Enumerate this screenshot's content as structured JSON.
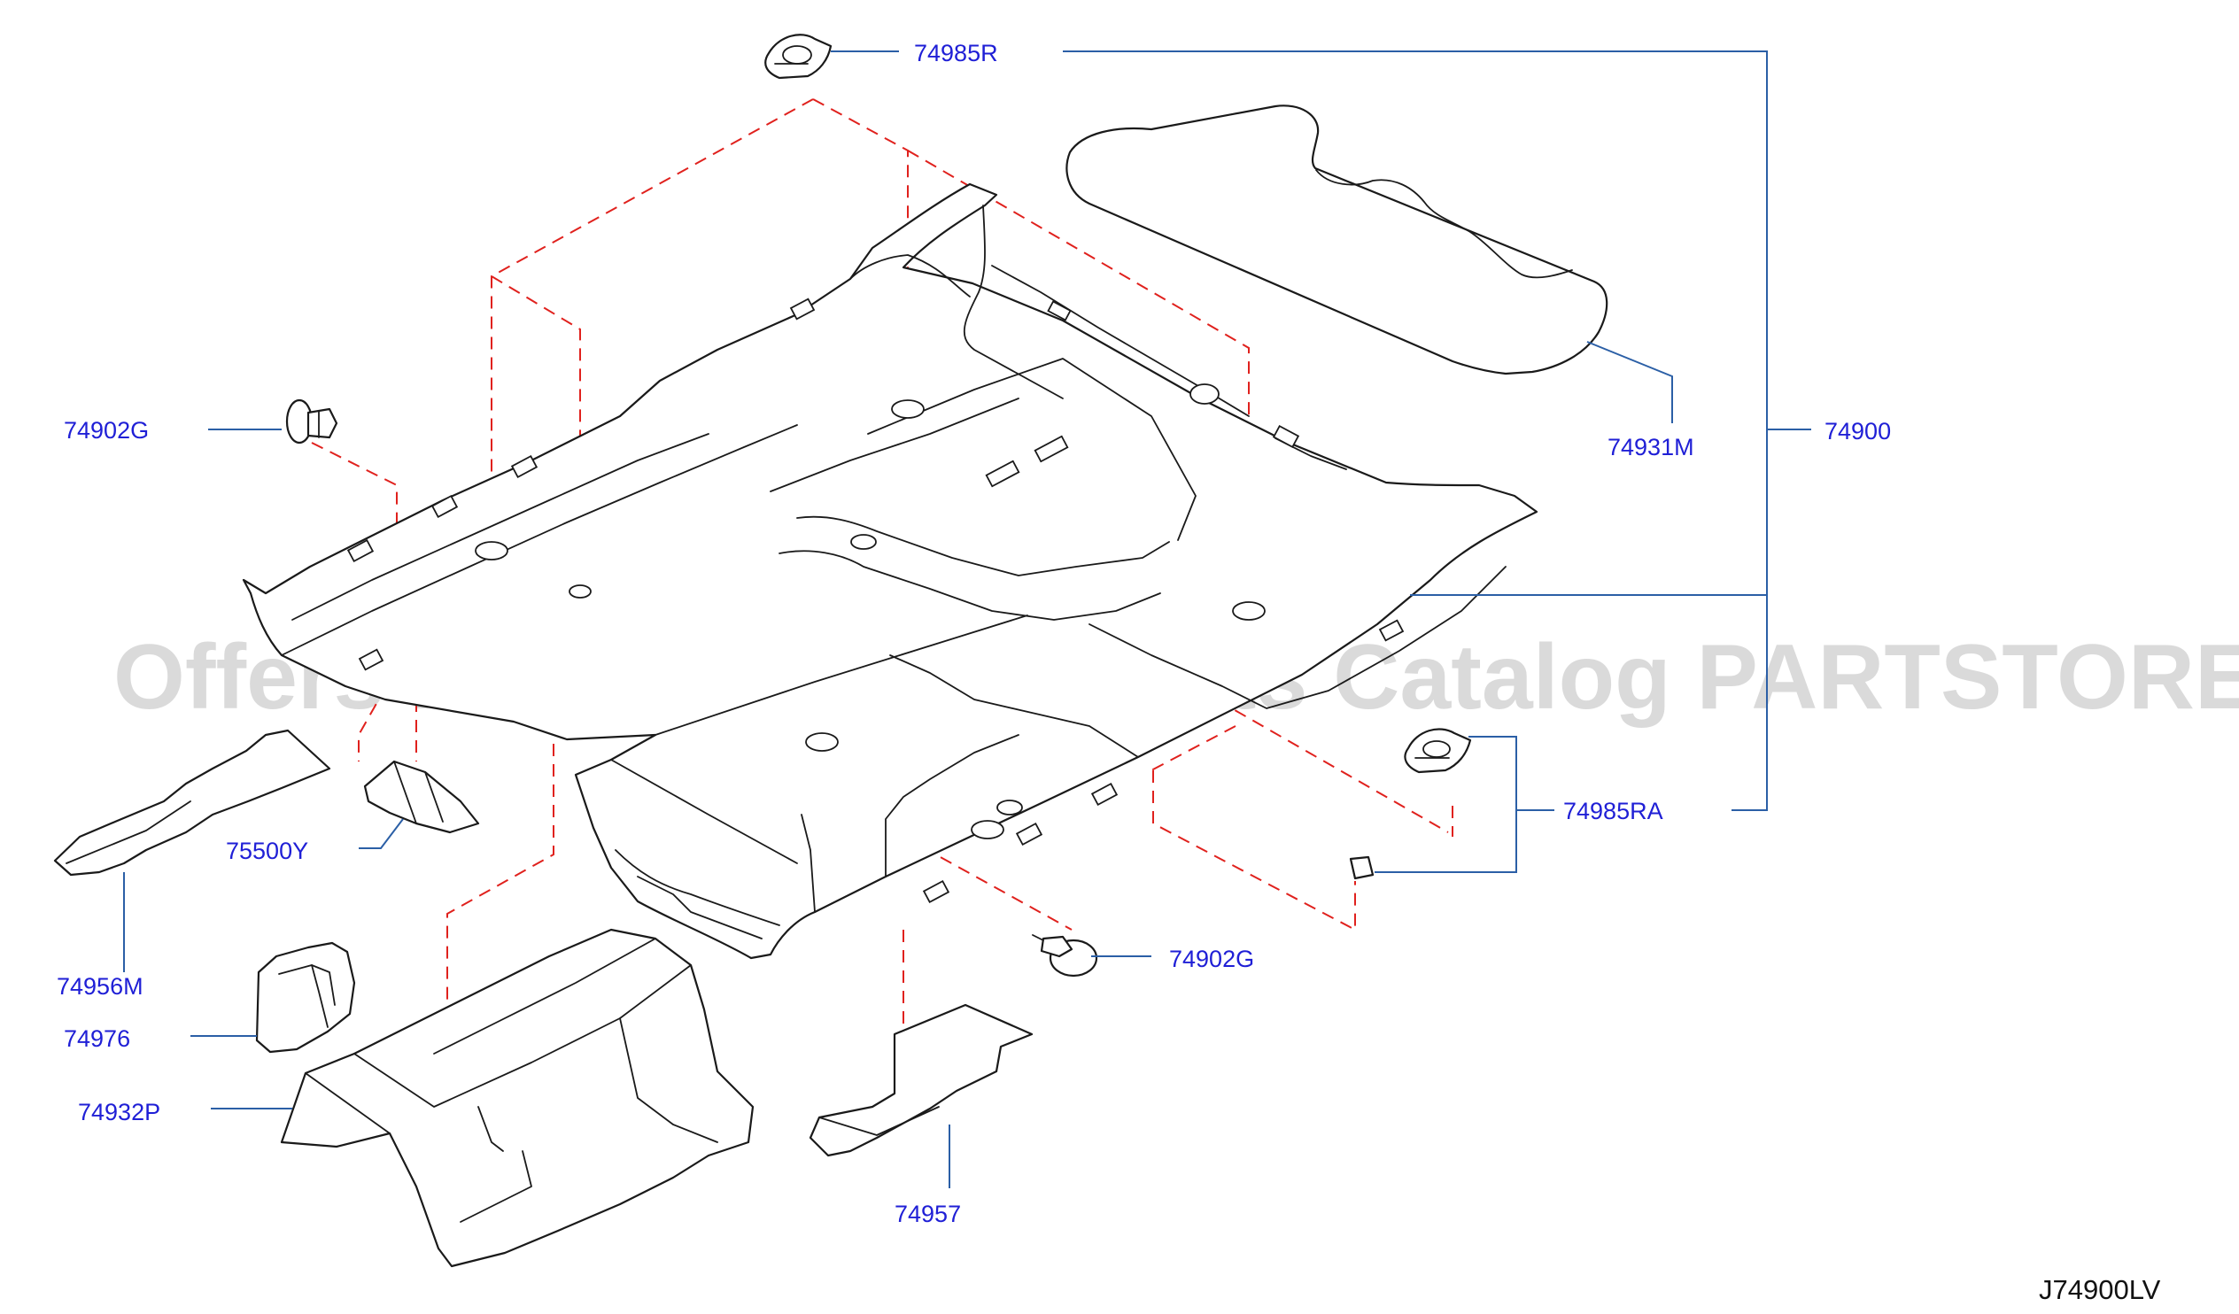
{
  "watermark": "Offers Merchant Auto Parts Catalog PARTSTORE.SA",
  "diagram_code": "J74900LV",
  "colors": {
    "label_text": "#1f1fd6",
    "leader_line": "#2b5fa6",
    "phantom_line": "#e0211d",
    "part_outline": "#1a1a1a"
  },
  "parts": {
    "clip_top": "74985R",
    "assembly": "74900",
    "rear_mat": "74931M",
    "grommet_left": "74902G",
    "clip_right": "74985RA",
    "spacer_left": "75500Y",
    "grommet_right": "74902G",
    "pad_left": "74956M",
    "block": "74976",
    "tunnel_insulator": "74932P",
    "pad_right": "74957"
  }
}
